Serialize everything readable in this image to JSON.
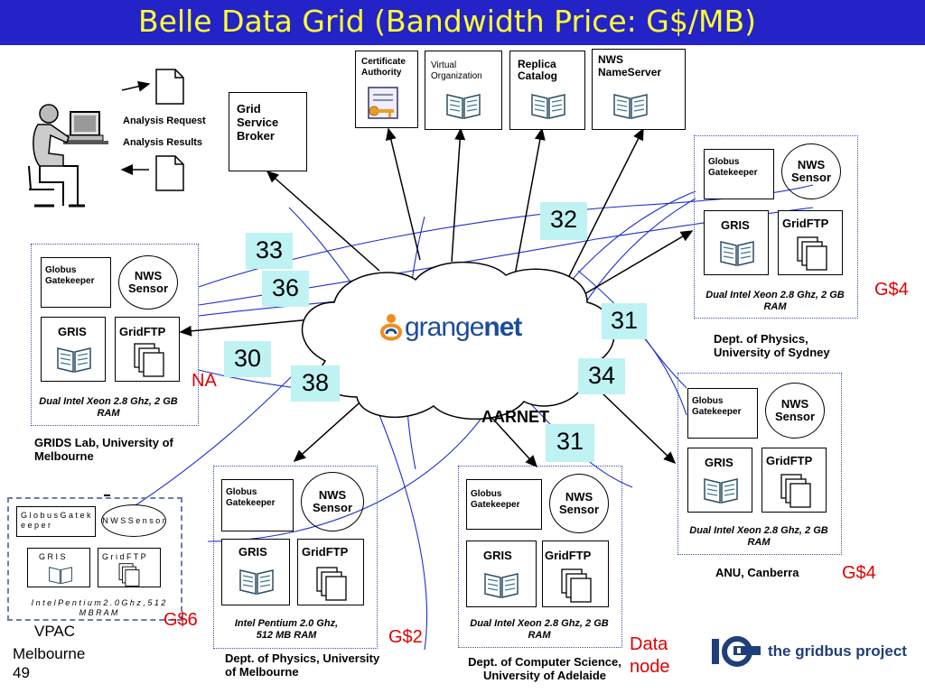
{
  "title": "Belle Data Grid (Bandwidth Price: G$/MB)",
  "services": {
    "ca": "Certificate Authority",
    "vo": "Virtual Organization",
    "rc": "Replica Catalog",
    "nws": "NWS NameServer"
  },
  "broker": {
    "label": "Grid Service Broker",
    "analysis_request": "Analysis Request",
    "analysis_results": "Analysis Results"
  },
  "cloud": {
    "logo_pre": "grange",
    "logo_post": "net",
    "aarnet": "AARNET"
  },
  "node_labels": {
    "globus": "Globus Gatekeeper",
    "nws": "NWS Sensor",
    "gris": "GRIS",
    "gridftp": "GridFTP",
    "spaced_globus": "G l o b u s  G a t e k e e p e r",
    "spaced_nws": "N W S  S e n s o r",
    "spaced_gris": "G R I S",
    "spaced_gridftp": "G r i d F T P"
  },
  "sites": {
    "sydney": {
      "spec": "Dual Intel Xeon 2.8 Ghz, 2 GB RAM",
      "caption": "Dept. of Physics, University of Sydney",
      "price": "G$4"
    },
    "melbourne_grids": {
      "spec": "Dual Intel Xeon 2.8 Ghz, 2 GB RAM",
      "caption": "GRIDS Lab, University of Melbourne",
      "price": "NA"
    },
    "anu": {
      "spec": "Dual Intel Xeon 2.8 Ghz, 2 GB RAM",
      "caption": "ANU, Canberra",
      "price": "G$4"
    },
    "melb_physics": {
      "spec": "Intel Pentium 2.0 Ghz, 512 MB RAM",
      "caption": "Dept. of Physics, University of Melbourne",
      "price": "G$2"
    },
    "adelaide": {
      "spec": "Dual Intel Xeon 2.8 Ghz, 2 GB RAM",
      "caption": "Dept. of Computer Science, University of Adelaide",
      "price": "Data node"
    },
    "vpac": {
      "spec": "I n t e l  P e n t i u m  2 . 0  G h z ,  5 1 2  M B  R A M",
      "caption_1": "VPAC",
      "caption_2": "Melbourne",
      "price": "G$6"
    }
  },
  "bandwidth": {
    "b33": "33",
    "b36": "36",
    "b32": "32",
    "b31a": "31",
    "b30": "30",
    "b38": "38",
    "b34": "34",
    "b31b": "31"
  },
  "slide_number": "49",
  "gridbus": "the gridbus project",
  "colors": {
    "title_bar": "#2323c8",
    "title_text": "#ffff33",
    "price_red": "#e00000",
    "number_bg": "#bff2f2",
    "blue_line": "#1b2fd0",
    "grange_orange": "#f28c1c"
  }
}
